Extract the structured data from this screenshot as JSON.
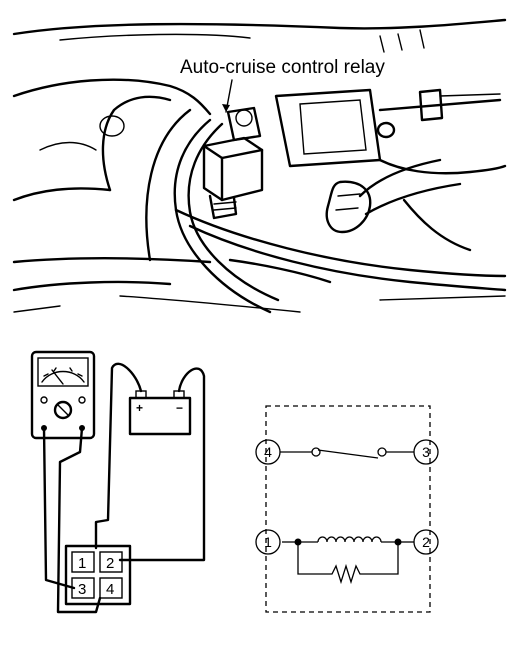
{
  "photo": {
    "callout_label": "Auto-cruise control relay"
  },
  "test_setup": {
    "battery_terminals": [
      "+",
      "−"
    ],
    "connector_pins": [
      "1",
      "2",
      "3",
      "4"
    ]
  },
  "schematic": {
    "terminals": [
      "4",
      "3",
      "1",
      "2"
    ]
  }
}
